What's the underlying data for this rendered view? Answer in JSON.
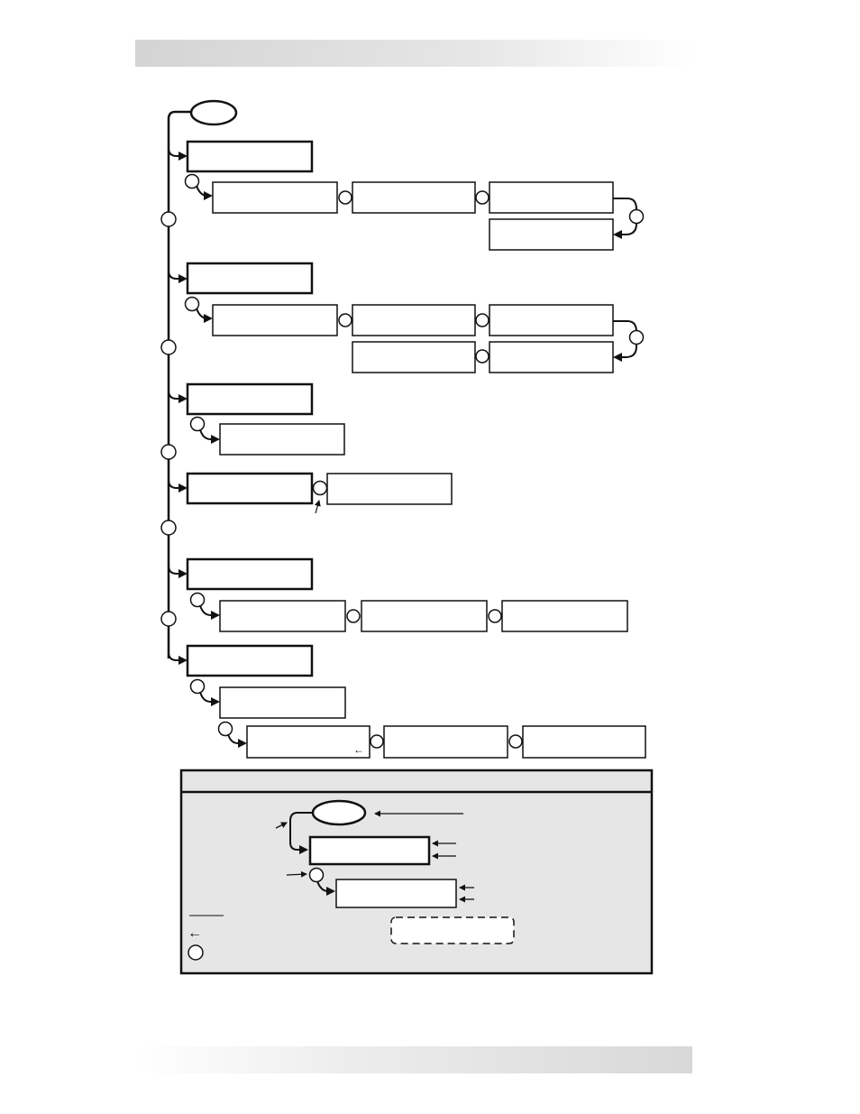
{
  "diagram": {
    "menu_boxes": [
      {
        "id": "m1",
        "label": ""
      },
      {
        "id": "m2",
        "label": ""
      },
      {
        "id": "m3",
        "label": ""
      },
      {
        "id": "m4",
        "label": ""
      },
      {
        "id": "m5",
        "label": ""
      },
      {
        "id": "m6",
        "label": ""
      }
    ],
    "setting_boxes": [
      {
        "id": "s1",
        "label": ""
      },
      {
        "id": "s2",
        "label": ""
      },
      {
        "id": "s3",
        "label": ""
      },
      {
        "id": "s4",
        "label": ""
      },
      {
        "id": "s5",
        "label": ""
      },
      {
        "id": "s6",
        "label": ""
      },
      {
        "id": "s7",
        "label": ""
      },
      {
        "id": "s8",
        "label": ""
      },
      {
        "id": "s9",
        "label": ""
      },
      {
        "id": "s10",
        "label": ""
      },
      {
        "id": "s11",
        "label": ""
      },
      {
        "id": "s12",
        "label": ""
      },
      {
        "id": "s13",
        "label": ""
      },
      {
        "id": "s14",
        "label": ""
      },
      {
        "id": "s15",
        "label": ""
      },
      {
        "id": "s16",
        "label": ""
      },
      {
        "id": "s17",
        "label": ""
      },
      {
        "id": "s18",
        "label": ""
      }
    ],
    "return_glyph": "←",
    "legend": {
      "title": "",
      "return_glyph": "←"
    }
  }
}
